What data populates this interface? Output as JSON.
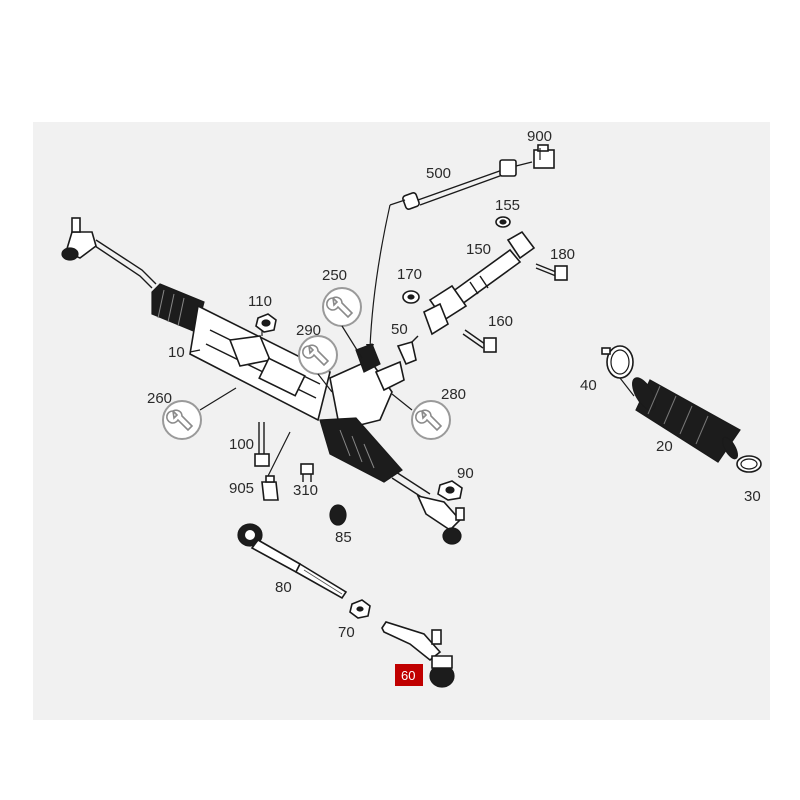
{
  "callouts": {
    "p10": "10",
    "p20": "20",
    "p30": "30",
    "p40": "40",
    "p50": "50",
    "p60": "60",
    "p70": "70",
    "p80": "80",
    "p85": "85",
    "p90": "90",
    "p100": "100",
    "p110": "110",
    "p150": "150",
    "p155": "155",
    "p160": "160",
    "p170": "170",
    "p180": "180",
    "p250": "250",
    "p260": "260",
    "p280": "280",
    "p290": "290",
    "p310": "310",
    "p500": "500",
    "p900": "900",
    "p905": "905"
  },
  "highlight": {
    "part": "60",
    "color": "#c00000"
  },
  "colors": {
    "panel_background": "#f1f1f1",
    "line_art": "#1a1a1a"
  },
  "icons": [
    "wrench-icon",
    "wrench-icon",
    "wrench-icon",
    "wrench-icon"
  ]
}
